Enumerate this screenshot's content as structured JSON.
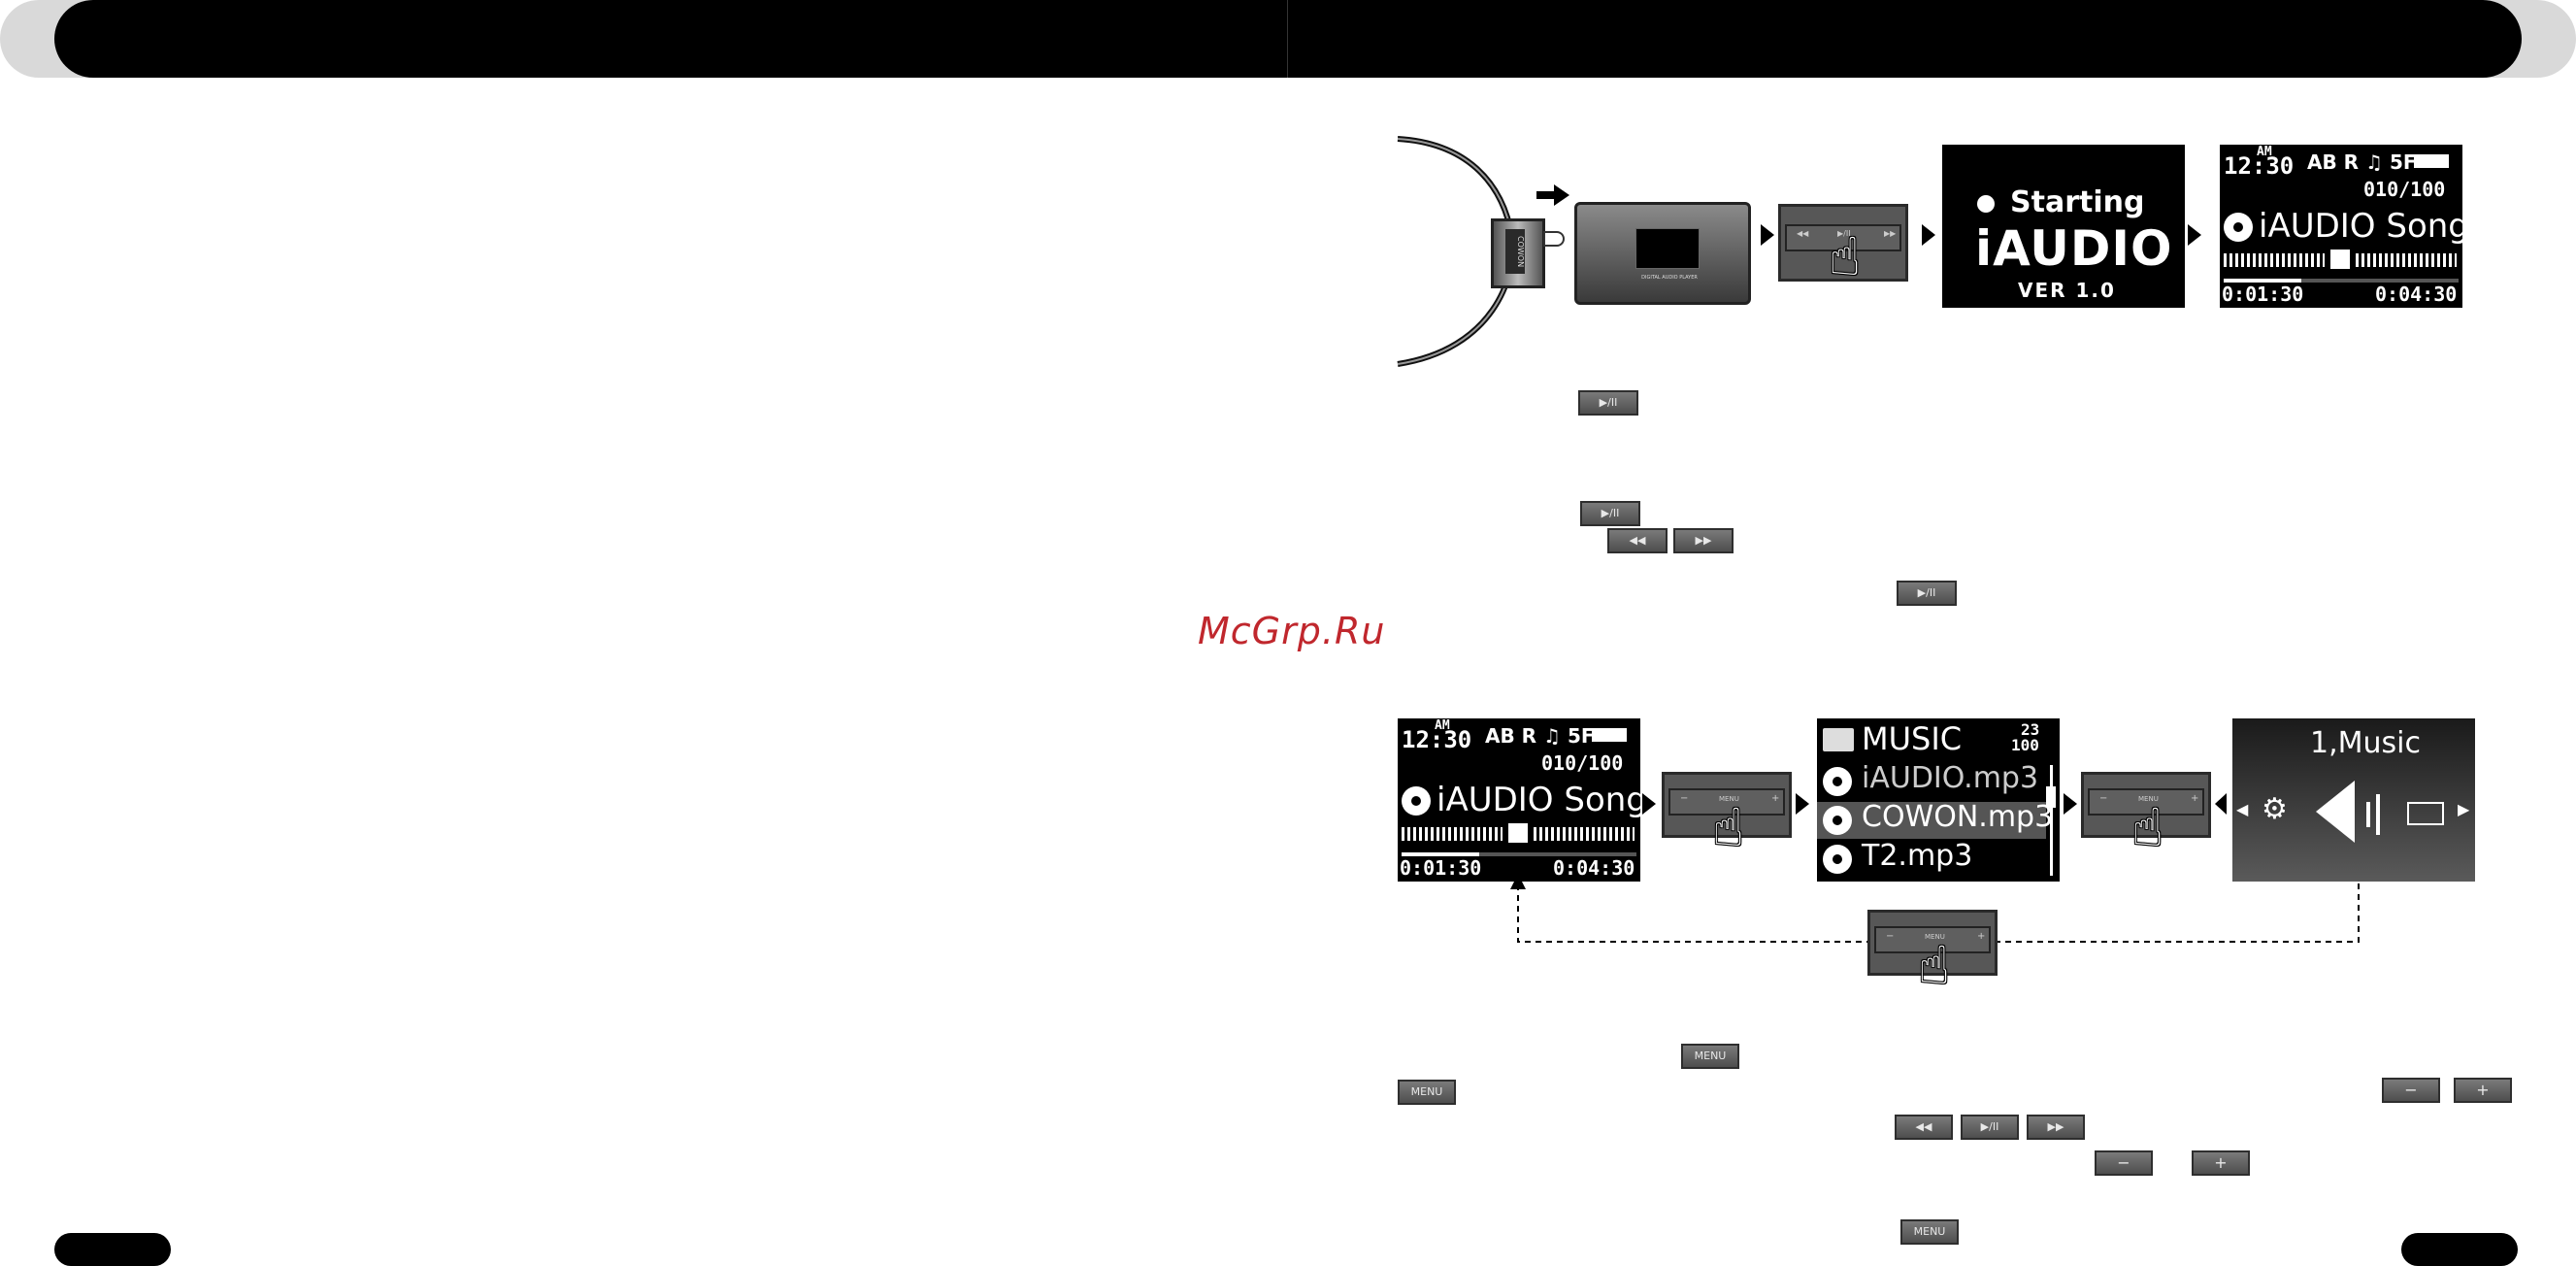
{
  "watermark": "McGrp.Ru",
  "device_label": "COWON",
  "screen_label": "DIGITAL AUDIO PLAYER",
  "keys": {
    "play": "▶/II",
    "rew": "◀◀",
    "ff": "▶▶",
    "menu": "MENU",
    "minus": "−",
    "plus": "+"
  },
  "boot_screen": {
    "line1": "Starting",
    "logo": "iAUDIO",
    "version": "VER 1.0"
  },
  "play_screen": {
    "ampm": "AM",
    "clock": "12:30",
    "mode_icons": "AB R ♫ 5F",
    "track_count": "010/100",
    "song": "iAUDIO Song",
    "elapsed": "0:01:30",
    "total": "0:04:30"
  },
  "browser_screen": {
    "folder": "MUSIC",
    "count_top": "23",
    "count_bottom": "100",
    "files": [
      "iAUDIO.mp3",
      "COWON.mp3",
      "T2.mp3"
    ]
  },
  "menu_screen": {
    "title": "1,Music"
  }
}
